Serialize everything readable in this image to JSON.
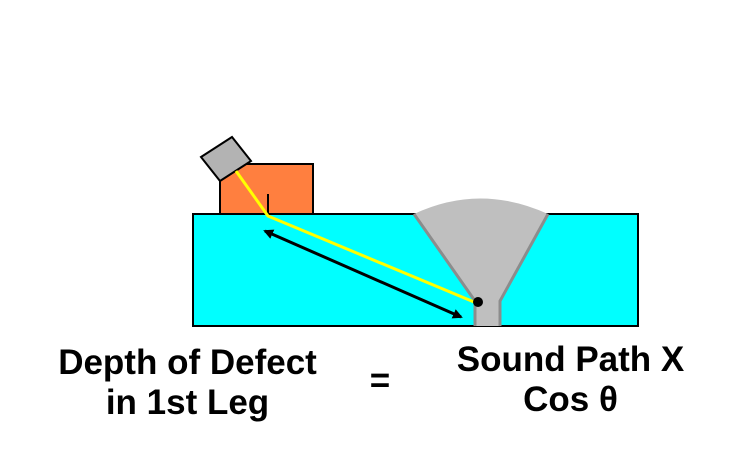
{
  "formula": {
    "left_line1": "Depth of Defect",
    "left_line2": "in 1st Leg",
    "operator": "=",
    "right_line1": "Sound Path X",
    "right_line2": "Cos θ"
  },
  "colors": {
    "plate": "#00ffff",
    "wedge": "#ff7f3f",
    "transducer": "#b3b3b3",
    "weld": "#bfbfbf",
    "weld_edge": "#8c8c8c",
    "beam": "#ffff00",
    "outline": "#000000",
    "text": "#000000"
  },
  "icons": {
    "transducer": "transducer-icon",
    "defect": "defect-dot-icon",
    "measurement_arrow": "double-arrow-icon"
  }
}
